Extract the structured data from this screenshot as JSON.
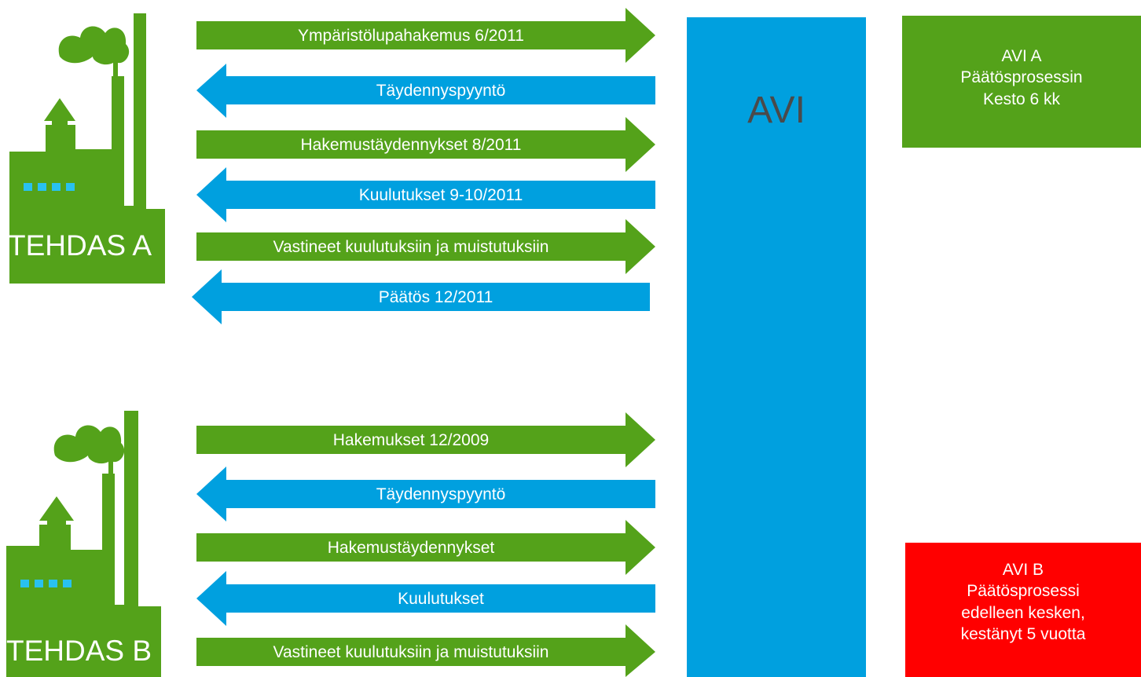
{
  "colors": {
    "green": "#54a21a",
    "blue": "#00a0df",
    "red": "#ff0000",
    "avi_text": "#4a4a4a",
    "window_dots": "#29c1f0"
  },
  "factory_a": {
    "label": "TEHDAS A",
    "icon": "factory-icon",
    "arrows": [
      {
        "label": "Ympäristölupahakemus 6/2011",
        "direction": "right"
      },
      {
        "label": "Täydennyspyyntö",
        "direction": "left"
      },
      {
        "label": "Hakemustäydennykset 8/2011",
        "direction": "right"
      },
      {
        "label": "Kuulutukset 9-10/2011",
        "direction": "left"
      },
      {
        "label": "Vastineet kuulutuksiin ja muistutuksiin",
        "direction": "right"
      },
      {
        "label": "Päätös 12/2011",
        "direction": "left"
      }
    ]
  },
  "factory_b": {
    "label": "TEHDAS B",
    "icon": "factory-icon",
    "arrows": [
      {
        "label": "Hakemukset 12/2009",
        "direction": "right"
      },
      {
        "label": "Täydennyspyyntö",
        "direction": "left"
      },
      {
        "label": "Hakemustäydennykset",
        "direction": "right"
      },
      {
        "label": "Kuulutukset",
        "direction": "left"
      },
      {
        "label": "Vastineet kuulutuksiin ja muistutuksiin",
        "direction": "right"
      }
    ]
  },
  "avi": {
    "label": "AVI"
  },
  "avi_a_box": {
    "lines": [
      "AVI A",
      "Päätösprosessin",
      "Kesto 6 kk"
    ]
  },
  "avi_b_box": {
    "lines": [
      "AVI B",
      "Päätösprosessi",
      "edelleen kesken,",
      "kestänyt 5 vuotta"
    ]
  }
}
